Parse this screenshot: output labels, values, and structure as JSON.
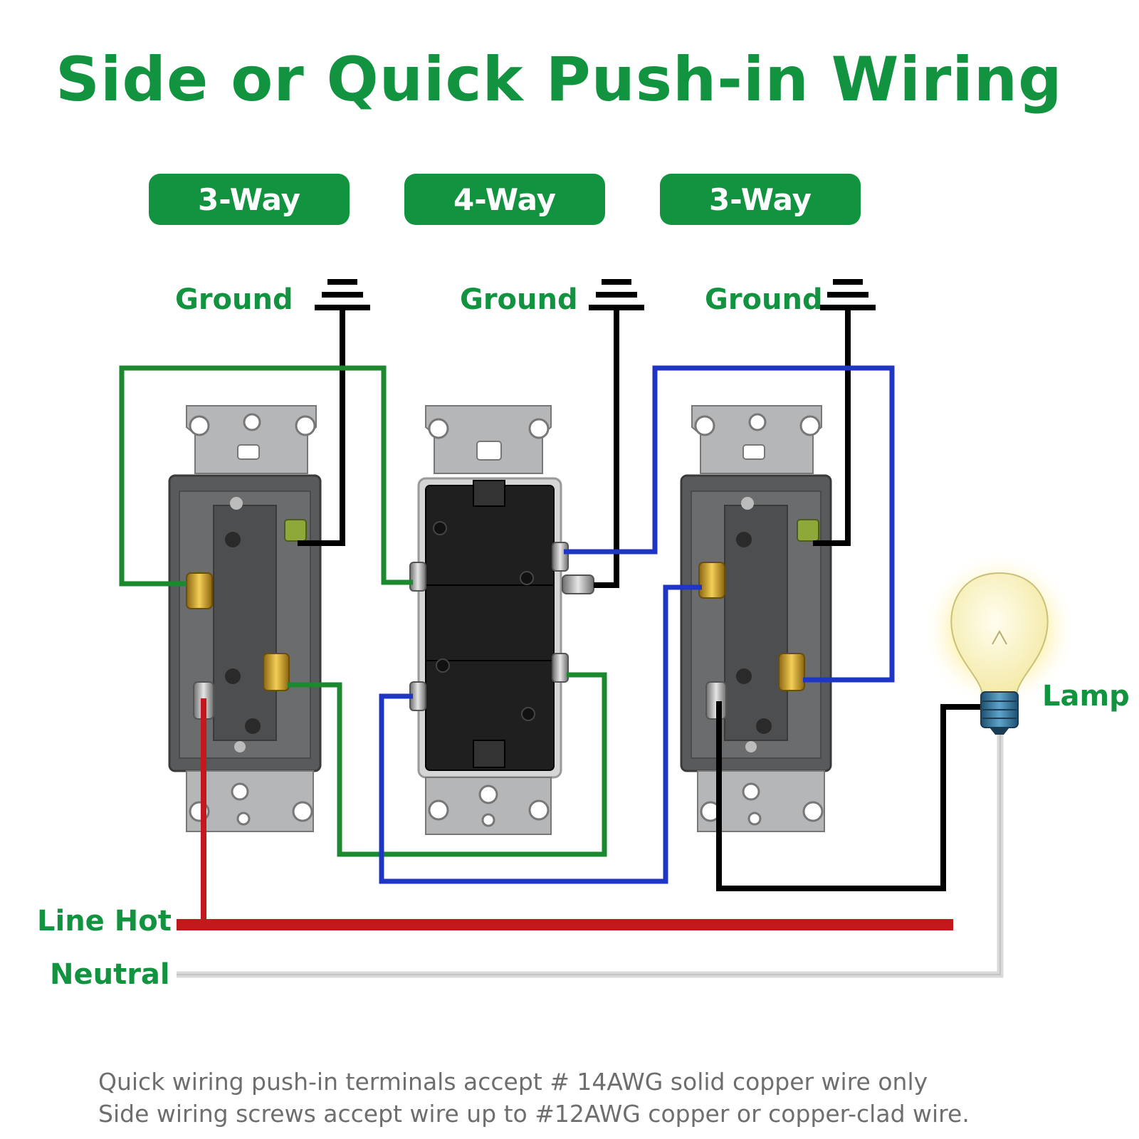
{
  "title": "Side or Quick Push-in Wiring",
  "switch_labels": [
    "3-Way",
    "4-Way",
    "3-Way"
  ],
  "ground_label": "Ground",
  "lamp_label": "Lamp",
  "line_hot_label": "Line Hot",
  "neutral_label": "Neutral",
  "notes": [
    "Quick wiring push-in terminals accept # 14AWG solid copper wire only",
    "Side wiring screws accept wire up to #12AWG copper or copper-clad wire."
  ],
  "colors": {
    "accent_green": "#129340",
    "wire_green": "#1b8a2f",
    "wire_blue": "#1f35c4",
    "wire_red": "#c4191c",
    "wire_black": "#000000",
    "wire_neutral": "#d9d9d9",
    "note_gray": "#6e6e6e"
  }
}
